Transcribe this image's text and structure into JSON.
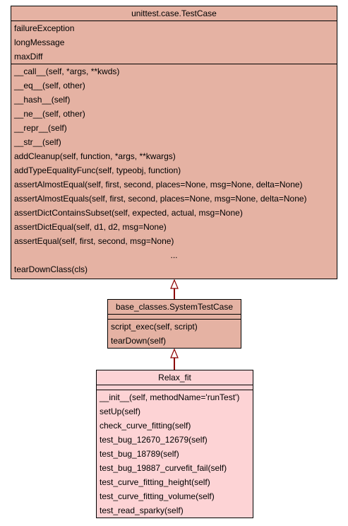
{
  "colors": {
    "base_fill": "#e5b2a3",
    "leaf_fill": "#fdd3d5",
    "arrow": "#8b0000"
  },
  "classes": {
    "testcase": {
      "name": "unittest.case.TestCase",
      "attributes": [
        "failureException",
        "longMessage",
        "maxDiff"
      ],
      "methods": [
        "__call__(self, *args, **kwds)",
        "__eq__(self, other)",
        "__hash__(self)",
        "__ne__(self, other)",
        "__repr__(self)",
        "__str__(self)",
        "addCleanup(self, function, *args, **kwargs)",
        "addTypeEqualityFunc(self, typeobj, function)",
        "assertAlmostEqual(self, first, second, places=None, msg=None, delta=None)",
        "assertAlmostEquals(self, first, second, places=None, msg=None, delta=None)",
        "assertDictContainsSubset(self, expected, actual, msg=None)",
        "assertDictEqual(self, d1, d2, msg=None)",
        "assertEqual(self, first, second, msg=None)"
      ],
      "ellipsis": "...",
      "last_method": "tearDownClass(cls)"
    },
    "systemtestcase": {
      "name": "base_classes.SystemTestCase",
      "methods": [
        "script_exec(self, script)",
        "tearDown(self)"
      ]
    },
    "relaxfit": {
      "name": "Relax_fit",
      "methods": [
        "__init__(self, methodName='runTest')",
        "setUp(self)",
        "check_curve_fitting(self)",
        "test_bug_12670_12679(self)",
        "test_bug_18789(self)",
        "test_bug_19887_curvefit_fail(self)",
        "test_curve_fitting_height(self)",
        "test_curve_fitting_volume(self)",
        "test_read_sparky(self)"
      ]
    }
  }
}
